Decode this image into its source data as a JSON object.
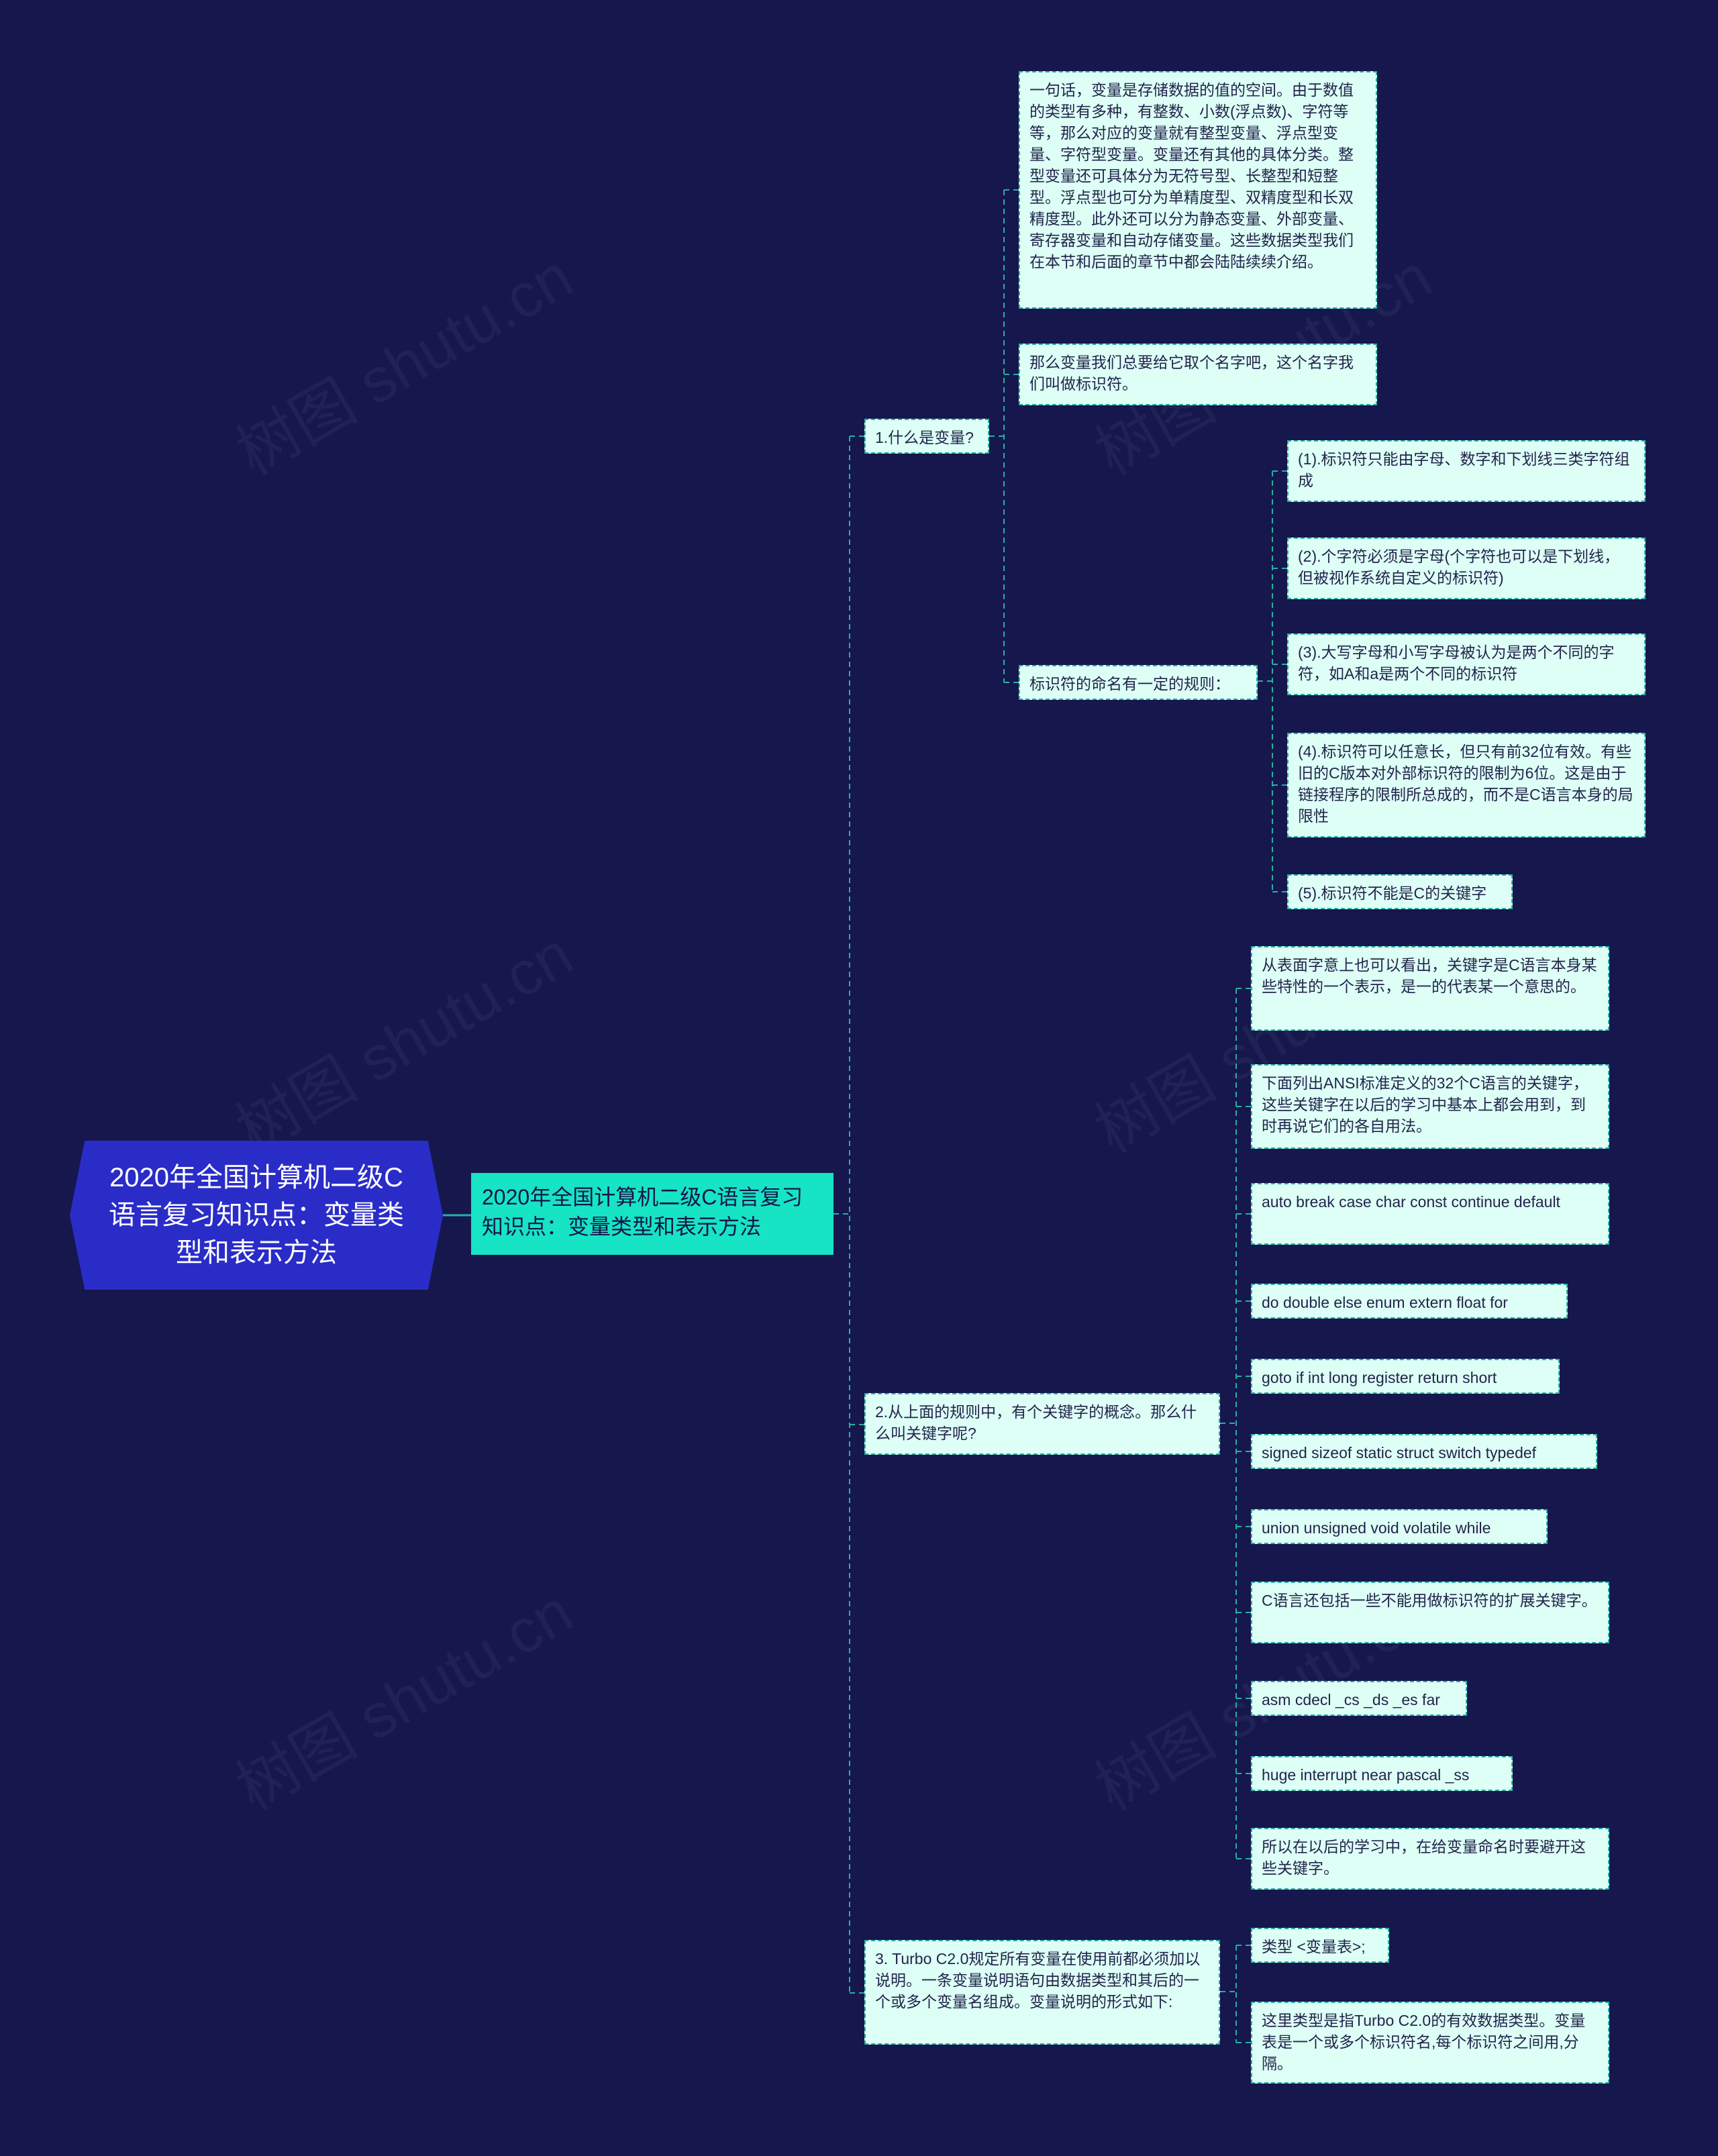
{
  "watermark": "树图 shutu.cn",
  "root": {
    "label": "2020年全国计算机二级C语言复习知识点：变量类型和表示方法"
  },
  "main": {
    "label": "2020年全国计算机二级C语言复习知识点：变量类型和表示方法"
  },
  "section1": {
    "label": "1.什么是变量?",
    "definition": "一句话，变量是存储数据的值的空间。由于数值的类型有多种，有整数、小数(浮点数)、字符等等，那么对应的变量就有整型变量、浮点型变量、字符型变量。变量还有其他的具体分类。整型变量还可具体分为无符号型、长整型和短整型。浮点型也可分为单精度型、双精度型和长双精度型。此外还可以分为静态变量、外部变量、寄存器变量和自动存储变量。这些数据类型我们在本节和后面的章节中都会陆陆续续介绍。",
    "identifier_intro": "那么变量我们总要给它取个名字吧，这个名字我们叫做标识符。",
    "rules_label": "标识符的命名有一定的规则：",
    "rules": [
      "(1).标识符只能由字母、数字和下划线三类字符组成",
      "(2).个字符必须是字母(个字符也可以是下划线，但被视作系统自定义的标识符)",
      "(3).大写字母和小写字母被认为是两个不同的字符，如A和a是两个不同的标识符",
      "(4).标识符可以任意长，但只有前32位有效。有些旧的C版本对外部标识符的限制为6位。这是由于链接程序的限制所总成的，而不是C语言本身的局限性",
      "(5).标识符不能是C的关键字"
    ]
  },
  "section2": {
    "label": "2.从上面的规则中，有个关键字的概念。那么什么叫关键字呢?",
    "items": [
      "从表面字意上也可以看出，关键字是C语言本身某些特性的一个表示，是一的代表某一个意思的。",
      "下面列出ANSI标准定义的32个C语言的关键字，这些关键字在以后的学习中基本上都会用到，到时再说它们的各自用法。",
      "auto break case char const continue default",
      "do double else enum extern float for",
      "goto if int long register return short",
      "signed sizeof static struct switch typedef",
      "union unsigned void volatile while",
      "C语言还包括一些不能用做标识符的扩展关键字。",
      "asm cdecl _cs _ds _es far",
      "huge interrupt near pascal _ss",
      "所以在以后的学习中，在给变量命名时要避开这些关键字。"
    ]
  },
  "section3": {
    "label": "3. Turbo C2.0规定所有变量在使用前都必须加以说明。一条变量说明语句由数据类型和其后的一个或多个变量名组成。变量说明的形式如下:",
    "items": [
      "类型 <变量表>;",
      "这里类型是指Turbo C2.0的有效数据类型。变量表是一个或多个标识符名,每个标识符之间用,分隔。"
    ]
  }
}
